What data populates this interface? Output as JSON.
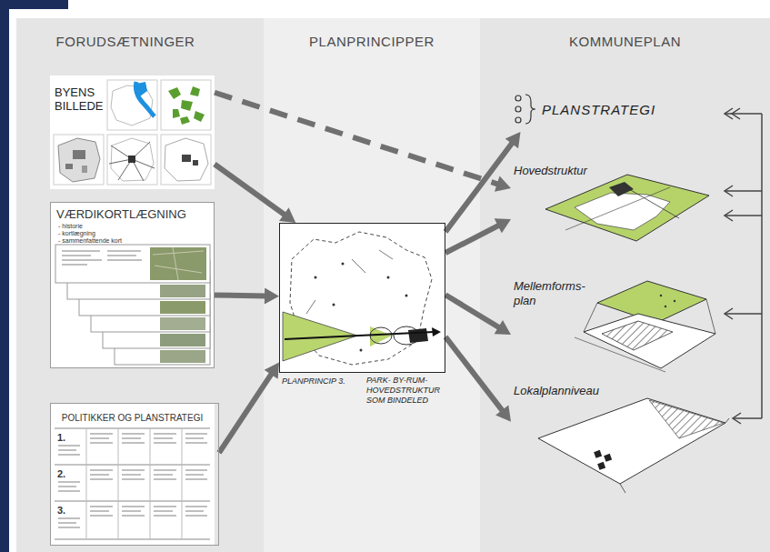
{
  "diagram": {
    "nodes": [
      {
        "text": [
          "FORUDSÆTNINGER"
        ]
      },
      {
        "text": [
          "BYENS BILLEDE"
        ],
        "in": 0
      },
      {
        "text": [
          "VÆRDIKORTLÆGNING",
          "- historie",
          "- kortlægning",
          "- sammenfattende kort"
        ],
        "in": 0
      },
      {
        "text": [
          "POLITIKKER OG PLANSTRATEGI",
          "1.",
          "2.",
          "3."
        ],
        "in": 0
      },
      {
        "text": [
          "PLANPRINCIPPER"
        ]
      },
      {
        "text": [
          "PLANPRINCIP 3.",
          "PARK- BY-RUM- HOVEDSTRUKTUR SOM BINDELED"
        ],
        "in": 4
      },
      {
        "text": [
          "KOMMUNEPLAN"
        ]
      },
      {
        "text": [
          "PLANSTRATEGI"
        ],
        "in": 6
      },
      {
        "text": [
          "Hovedstruktur"
        ],
        "in": 6
      },
      {
        "text": [
          "Mellemforms-plan"
        ],
        "in": 6
      },
      {
        "text": [
          "Lokalplanniveau"
        ],
        "in": 6
      }
    ],
    "edges": [
      {
        "from": 1,
        "to": 8,
        "arrow": "to"
      },
      {
        "from": 1,
        "to": 5,
        "arrow": "to"
      },
      {
        "from": 2,
        "to": 5,
        "arrow": "to"
      },
      {
        "from": 3,
        "to": 5,
        "arrow": "to"
      },
      {
        "from": 5,
        "to": 7,
        "arrow": "to"
      },
      {
        "from": 5,
        "to": 8,
        "arrow": "to"
      },
      {
        "from": 5,
        "to": 9,
        "arrow": "to"
      },
      {
        "from": 5,
        "to": 10,
        "arrow": "to"
      }
    ]
  }
}
